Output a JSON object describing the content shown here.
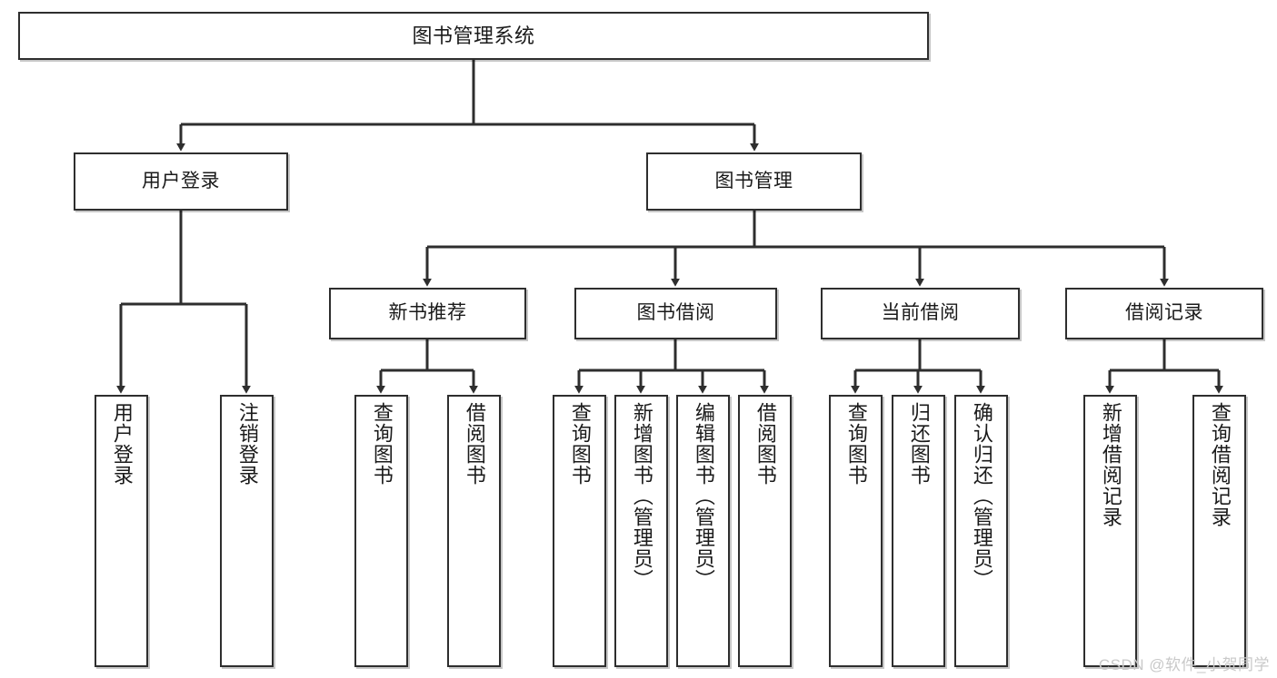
{
  "diagram": {
    "title": "图书管理系统",
    "watermark": "CSDN @软件_小贺同学",
    "colors": {
      "box_border": "#2e2e2e",
      "box_fill": "#ffffff",
      "connector": "#2e2e2e",
      "watermark": "#c9c9c9",
      "background": "#ffffff"
    },
    "root": {
      "label": "图书管理系统"
    },
    "level2": [
      {
        "label": "用户登录"
      },
      {
        "label": "图书管理"
      }
    ],
    "level3": [
      {
        "label": "新书推荐"
      },
      {
        "label": "图书借阅"
      },
      {
        "label": "当前借阅"
      },
      {
        "label": "借阅记录"
      }
    ],
    "leaves": {
      "user_login": [
        {
          "label": "用户登录"
        },
        {
          "label": "注销登录"
        }
      ],
      "new_book_recommend": [
        {
          "label": "查询图书"
        },
        {
          "label": "借阅图书"
        }
      ],
      "book_borrow": [
        {
          "label": "查询图书"
        },
        {
          "label": "新增图书（管理员）"
        },
        {
          "label": "编辑图书（管理员）"
        },
        {
          "label": "借阅图书"
        }
      ],
      "current_borrow": [
        {
          "label": "查询图书"
        },
        {
          "label": "归还图书"
        },
        {
          "label": "确认归还（管理员）"
        }
      ],
      "borrow_record": [
        {
          "label": "新增借阅记录"
        },
        {
          "label": "查询借阅记录"
        }
      ]
    }
  }
}
